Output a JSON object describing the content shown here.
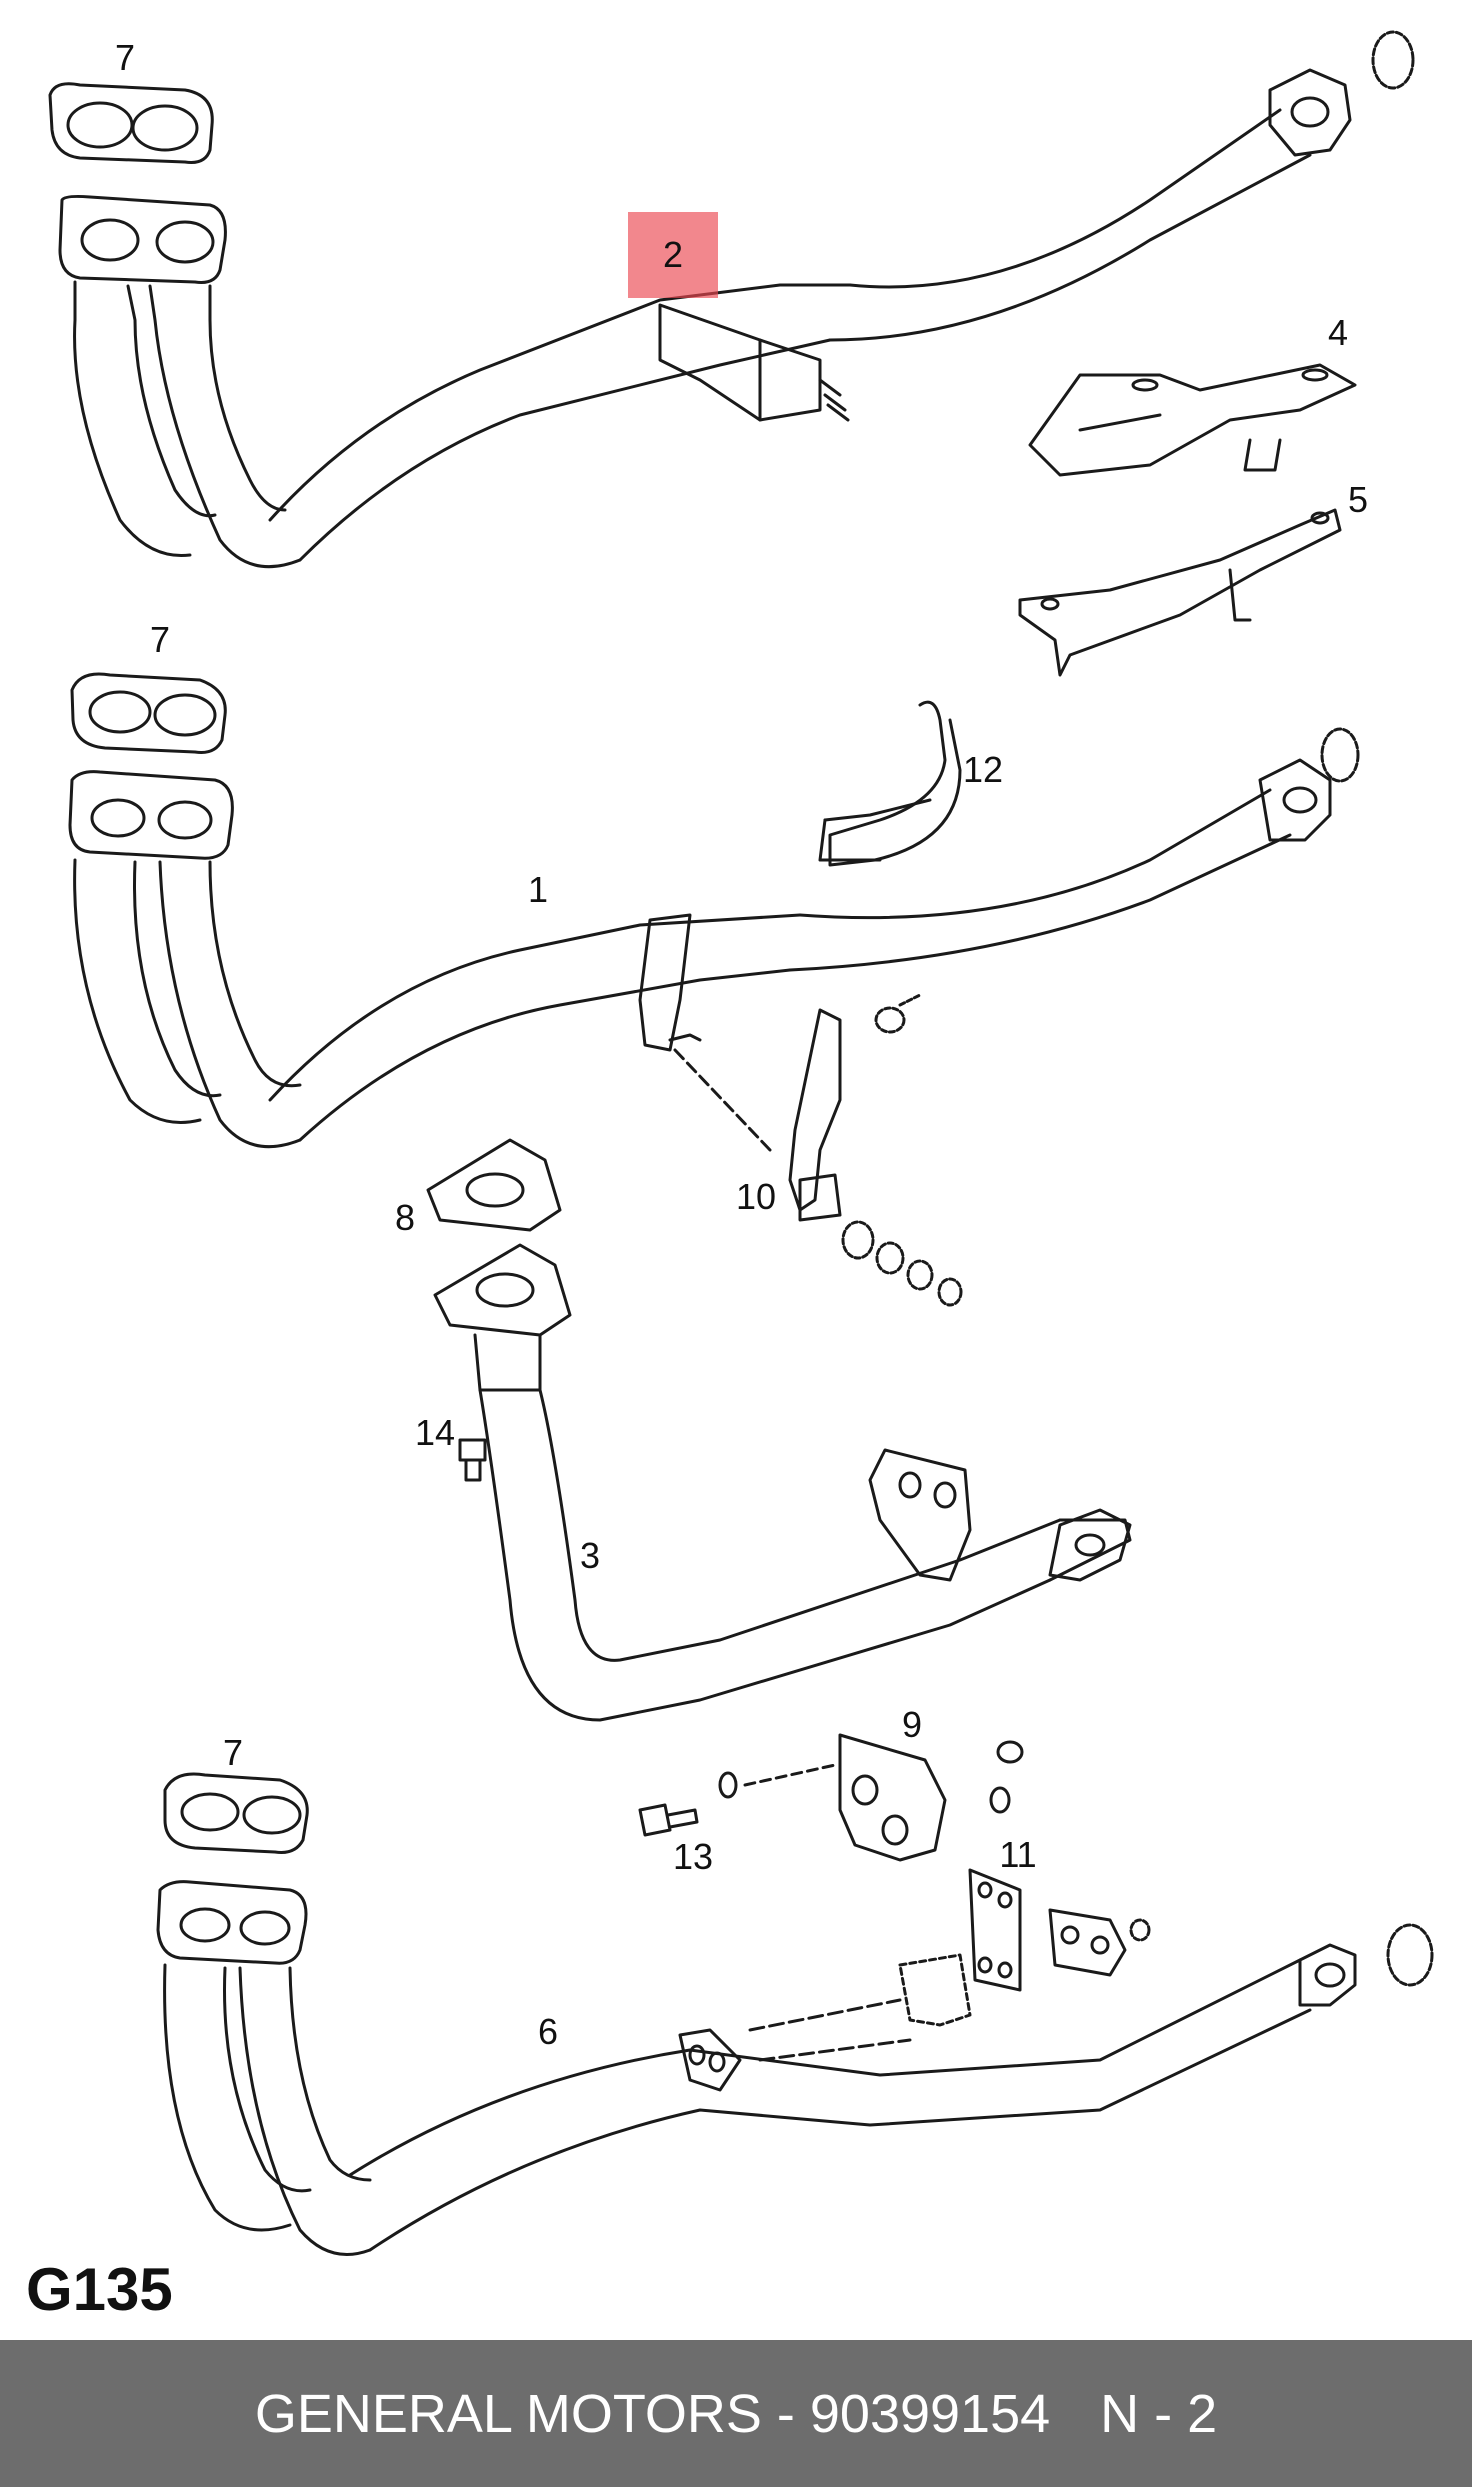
{
  "callouts": {
    "c7a": "7",
    "c2": "2",
    "c4": "4",
    "c5": "5",
    "c7b": "7",
    "c12": "12",
    "c1": "1",
    "c10": "10",
    "c8": "8",
    "c14": "14",
    "c3": "3",
    "c9": "9",
    "c7c": "7",
    "c13": "13",
    "c11": "11",
    "c6": "6"
  },
  "diagram_code": "G135",
  "footer": {
    "part_text": "GENERAL MOTORS - 90399154",
    "page": "N - 2"
  },
  "colors": {
    "line": "#1a1a1a",
    "highlight": "#eb4650",
    "footer_bg": "#6d6d6d",
    "footer_text": "#ffffff"
  }
}
